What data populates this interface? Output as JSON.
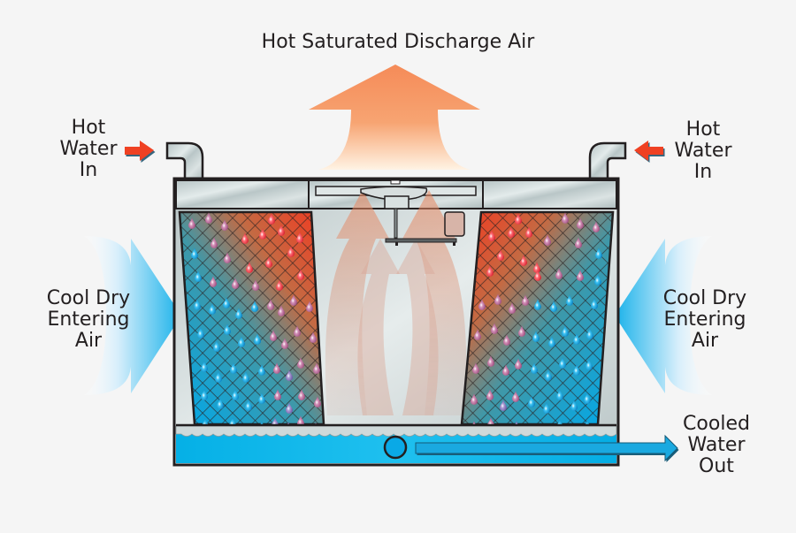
{
  "diagram": {
    "title": "Hot Saturated Discharge Air",
    "labels": {
      "hot_water_in_left": [
        "Hot",
        "Water",
        "In"
      ],
      "hot_water_in_right": [
        "Hot",
        "Water",
        "In"
      ],
      "cool_air_left": [
        "Cool Dry",
        "Entering",
        "Air"
      ],
      "cool_air_right": [
        "Cool Dry",
        "Entering",
        "Air"
      ],
      "cooled_water_out": [
        "Cooled",
        "Water",
        "Out"
      ]
    },
    "components": [
      "fan",
      "motor",
      "hot-water-inlet-pipe-left",
      "hot-water-inlet-pipe-right",
      "fill-media-left",
      "fill-media-right",
      "cold-water-basin",
      "outlet-pipe"
    ],
    "colors": {
      "background": "#f5f5f5",
      "hot_arrow": "#f58c5a",
      "hot_red": "#ef3e23",
      "cool_blue": "#00aeef",
      "basin_water": "#0db4e8",
      "casing_gray": "#c3cfd0",
      "outline": "#231f20",
      "text": "#231f20"
    }
  }
}
